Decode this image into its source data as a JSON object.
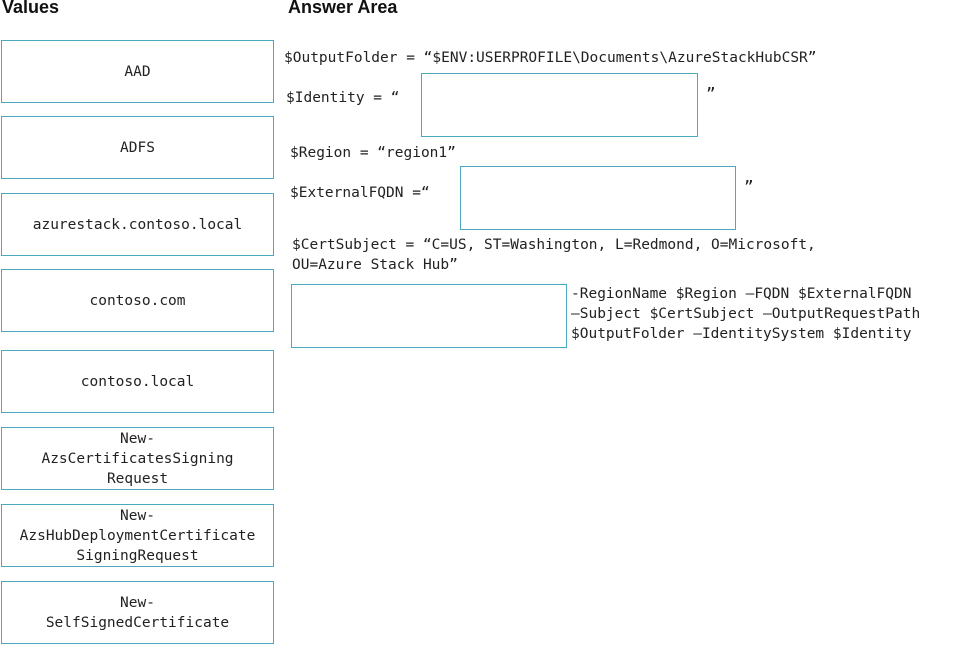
{
  "headings": {
    "values": "Values",
    "answer_area": "Answer Area"
  },
  "values": [
    "AAD",
    "ADFS",
    "azurestack.contoso.local",
    "contoso.com",
    "contoso.local",
    "New-\nAzsCertificatesSigning\nRequest",
    "New-\nAzsHubDeploymentCertificate\nSigningRequest",
    "New-\nSelfSignedCertificate"
  ],
  "code": {
    "output_folder": "$OutputFolder = “$ENV:USERPROFILE\\Documents\\AzureStackHubCSR”",
    "identity_prefix": "$Identity = “",
    "identity_suffix": "”",
    "region": "$Region = “region1”",
    "fqdn_prefix": "$ExternalFQDN =“",
    "fqdn_suffix": "”",
    "cert_subject_1": "$CertSubject = “C=US, ST=Washington, L=Redmond, O=Microsoft,",
    "cert_subject_2": "OU=Azure Stack Hub”",
    "cmd_line_1": "-RegionName $Region –FQDN $ExternalFQDN",
    "cmd_line_2": "–Subject $CertSubject –OutputRequestPath",
    "cmd_line_3": "$OutputFolder –IdentitySystem $Identity"
  }
}
